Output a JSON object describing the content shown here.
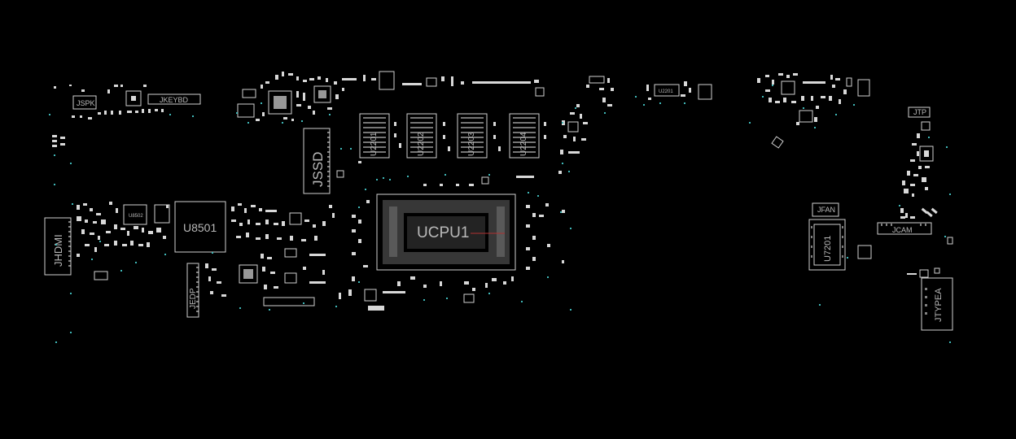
{
  "viewer": {
    "background": "#000000",
    "outline_color": "#cfcfcf",
    "label_color": "#b9b9b9",
    "via_color": "#3fb7b7",
    "marker_color": "#b03030"
  },
  "components": {
    "jspk": "JSPK",
    "jkeybd": "JKEYBD",
    "jssd": "JSSD",
    "jhdmi": "JHDMI",
    "u8502": "U8502",
    "u8501": "U8501",
    "jedp": "JEDP",
    "ucpu1": "UCPU1",
    "u2201": "U2201",
    "jtp": "JTP",
    "jfan": "JFAN",
    "jcam": "JCAM",
    "u7201": "U7201",
    "jtypea": "JTYPEA"
  },
  "memory_chips": [
    "U2201",
    "U2202",
    "U2203",
    "U2204"
  ]
}
